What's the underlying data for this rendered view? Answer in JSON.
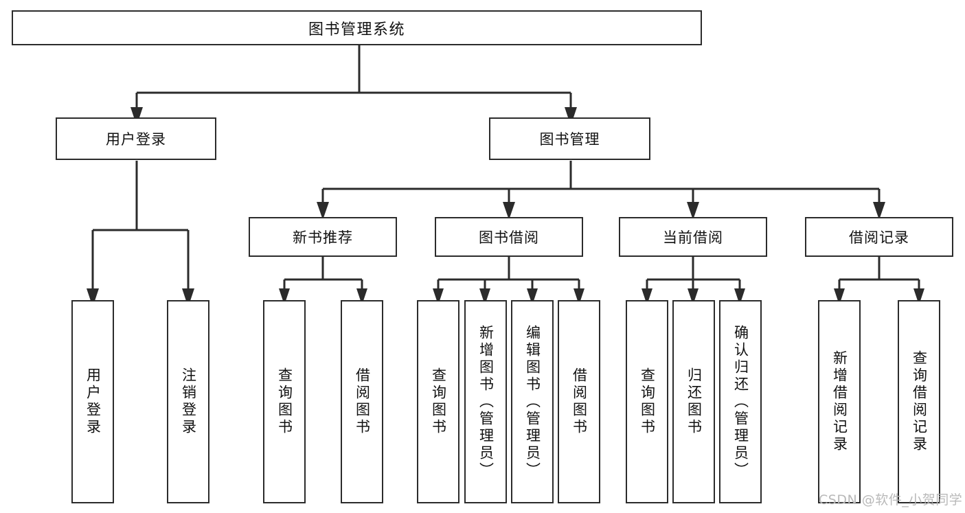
{
  "diagram": {
    "title": "图书管理系统",
    "type": "hierarchy-tree",
    "watermark": "CSDN @软件_小贺同学",
    "levels": [
      {
        "level": 1,
        "nodes": [
          {
            "id": "root",
            "label": "图书管理系统",
            "orientation": "horizontal"
          }
        ]
      },
      {
        "level": 2,
        "nodes": [
          {
            "id": "user-login",
            "label": "用户登录",
            "orientation": "horizontal",
            "parent": "root"
          },
          {
            "id": "book-manage",
            "label": "图书管理",
            "orientation": "horizontal",
            "parent": "root"
          }
        ]
      },
      {
        "level": 3,
        "nodes": [
          {
            "id": "new-book-recommend",
            "label": "新书推荐",
            "orientation": "horizontal",
            "parent": "book-manage"
          },
          {
            "id": "book-borrow",
            "label": "图书借阅",
            "orientation": "horizontal",
            "parent": "book-manage"
          },
          {
            "id": "current-borrow",
            "label": "当前借阅",
            "orientation": "horizontal",
            "parent": "book-manage"
          },
          {
            "id": "borrow-record",
            "label": "借阅记录",
            "orientation": "horizontal",
            "parent": "book-manage"
          }
        ]
      },
      {
        "level": 4,
        "nodes": [
          {
            "id": "leaf-user-login",
            "label": "用户登录",
            "orientation": "vertical",
            "parent": "user-login"
          },
          {
            "id": "leaf-user-logout",
            "label": "注销登录",
            "orientation": "vertical",
            "parent": "user-login"
          },
          {
            "id": "leaf-query-book-1",
            "label": "查询图书",
            "orientation": "vertical",
            "parent": "new-book-recommend"
          },
          {
            "id": "leaf-borrow-book-1",
            "label": "借阅图书",
            "orientation": "vertical",
            "parent": "new-book-recommend"
          },
          {
            "id": "leaf-query-book-2",
            "label": "查询图书",
            "orientation": "vertical",
            "parent": "book-borrow"
          },
          {
            "id": "leaf-add-book",
            "label": "新增图书（管理员）",
            "orientation": "vertical",
            "parent": "book-borrow"
          },
          {
            "id": "leaf-edit-book",
            "label": "编辑图书（管理员）",
            "orientation": "vertical",
            "parent": "book-borrow"
          },
          {
            "id": "leaf-borrow-book-2",
            "label": "借阅图书",
            "orientation": "vertical",
            "parent": "book-borrow"
          },
          {
            "id": "leaf-query-book-3",
            "label": "查询图书",
            "orientation": "vertical",
            "parent": "current-borrow"
          },
          {
            "id": "leaf-return-book",
            "label": "归还图书",
            "orientation": "vertical",
            "parent": "current-borrow"
          },
          {
            "id": "leaf-confirm-return",
            "label": "确认归还（管理员）",
            "orientation": "vertical",
            "parent": "current-borrow"
          },
          {
            "id": "leaf-add-record",
            "label": "新增借阅记录",
            "orientation": "vertical",
            "parent": "borrow-record"
          },
          {
            "id": "leaf-query-record",
            "label": "查询借阅记录",
            "orientation": "vertical",
            "parent": "borrow-record"
          }
        ]
      }
    ],
    "colors": {
      "stroke": "#2b2b2b",
      "fill": "#ffffff",
      "text": "#111111",
      "watermark": "#b9b9b9"
    }
  }
}
